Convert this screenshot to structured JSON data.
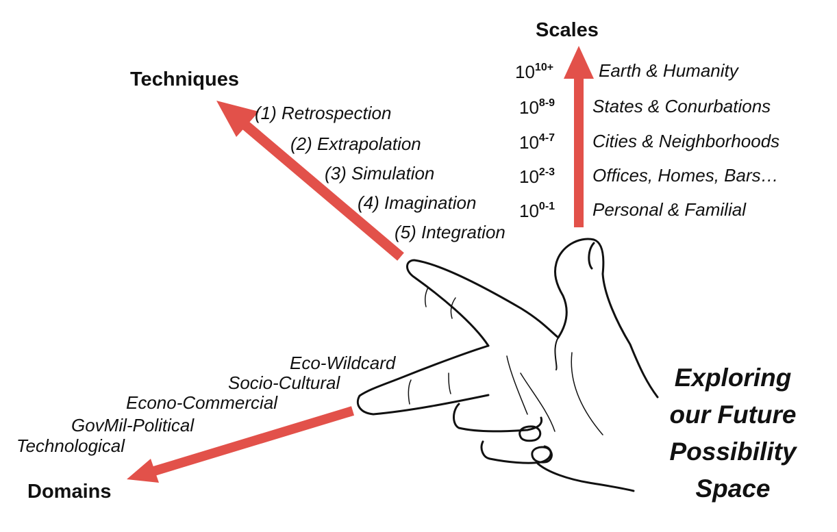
{
  "colors": {
    "arrow": "#e2514a",
    "ink": "#111111"
  },
  "techniques": {
    "title": "Techniques",
    "items": [
      "(1) Retrospection",
      "(2) Extrapolation",
      "(3) Simulation",
      "(4) Imagination",
      "(5) Integration"
    ]
  },
  "scales": {
    "title": "Scales",
    "items": [
      {
        "base": "10",
        "exp": "10+",
        "label": "Earth & Humanity"
      },
      {
        "base": "10",
        "exp": "8-9",
        "label": "States & Conurbations"
      },
      {
        "base": "10",
        "exp": "4-7",
        "label": "Cities & Neighborhoods"
      },
      {
        "base": "10",
        "exp": "2-3",
        "label": "Offices, Homes, Bars…"
      },
      {
        "base": "10",
        "exp": "0-1",
        "label": "Personal & Familial"
      }
    ]
  },
  "domains": {
    "title": "Domains",
    "items": [
      "Eco-Wildcard",
      "Socio-Cultural",
      "Econo-Commercial",
      "GovMil-Political",
      "Technological"
    ]
  },
  "caption": [
    "Exploring",
    "our Future",
    "Possibility",
    "Space"
  ]
}
